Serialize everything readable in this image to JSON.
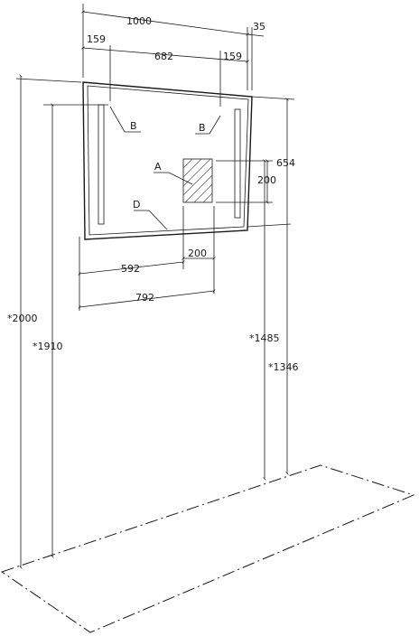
{
  "dimensions": {
    "overall_width": "1000",
    "frame_depth": "35",
    "left_offset": "159",
    "light_spacing": "682",
    "right_offset": "159",
    "top_to_panel": "654",
    "panel_height": "200",
    "panel_width": "200",
    "edge_to_panel": "592",
    "edge_to_panel_far": "792",
    "total_height": "*2000",
    "top_height": "*1910",
    "panel_top_height": "*1485",
    "panel_bottom_height": "*1346"
  },
  "callouts": {
    "light_left": "B",
    "light_right": "B",
    "panel": "A",
    "frame": "D"
  }
}
